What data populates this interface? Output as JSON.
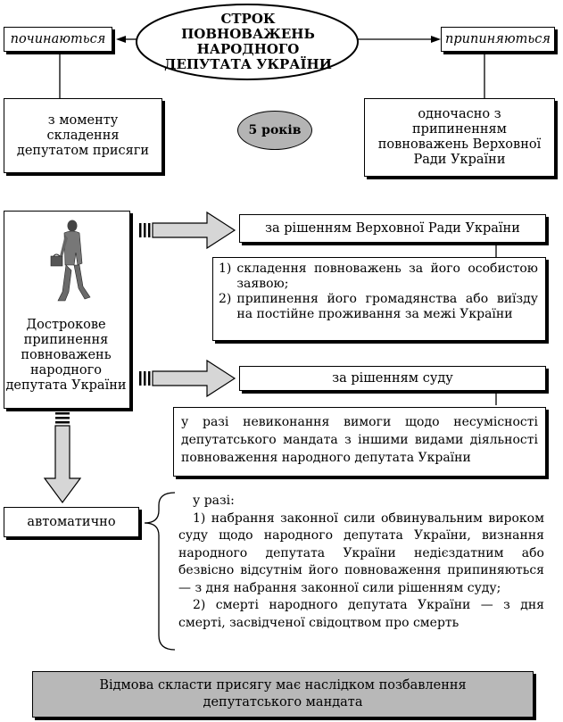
{
  "title": "СТРОК ПОВНОВАЖЕНЬ НАРОДНОГО ДЕПУТАТА УКРАЇНИ",
  "starts": {
    "label": "починаються",
    "detail": "з моменту складення депутатом присяги"
  },
  "ends": {
    "label": "припиняються",
    "detail": "одночасно з припиненням повноважень Верховної Ради України"
  },
  "term": "5 років",
  "early": {
    "label": "Дострокове припинення повноважень народного депутата України",
    "by_parliament": {
      "label": "за рішенням Верховної Ради України",
      "grounds": [
        {
          "num": "1)",
          "text": "складення повноважень за його особистою заявою;"
        },
        {
          "num": "2)",
          "text": "припинення його громадянства або виїзду на постійне проживання за межі України"
        }
      ]
    },
    "by_court": {
      "label": "за рішенням суду",
      "ground": "у разі невиконання вимоги щодо несумісності депутатського мандата з іншими видами діяльності повноваження народного депутата України"
    }
  },
  "automatic": {
    "label": "автоматично",
    "intro": "у разі:",
    "cases": [
      "1) набрання законної сили обвинувальним вироком суду щодо народного депутата України, визнання народного депутата України недієздатним або безвісно відсутнім його повноваження припиняються — з дня набрання законної сили рішенням суду;",
      "2) смерті народного депутата України — з дня смерті, засвідченої свідоцтвом про смерть"
    ]
  },
  "footer": "Відмова скласти присягу має наслідком позбавлення депутатського мандата",
  "colors": {
    "term_fill": "#b4b4b4",
    "footer_fill": "#b8b8b8",
    "arrow_fill": "#d6d6d6"
  }
}
